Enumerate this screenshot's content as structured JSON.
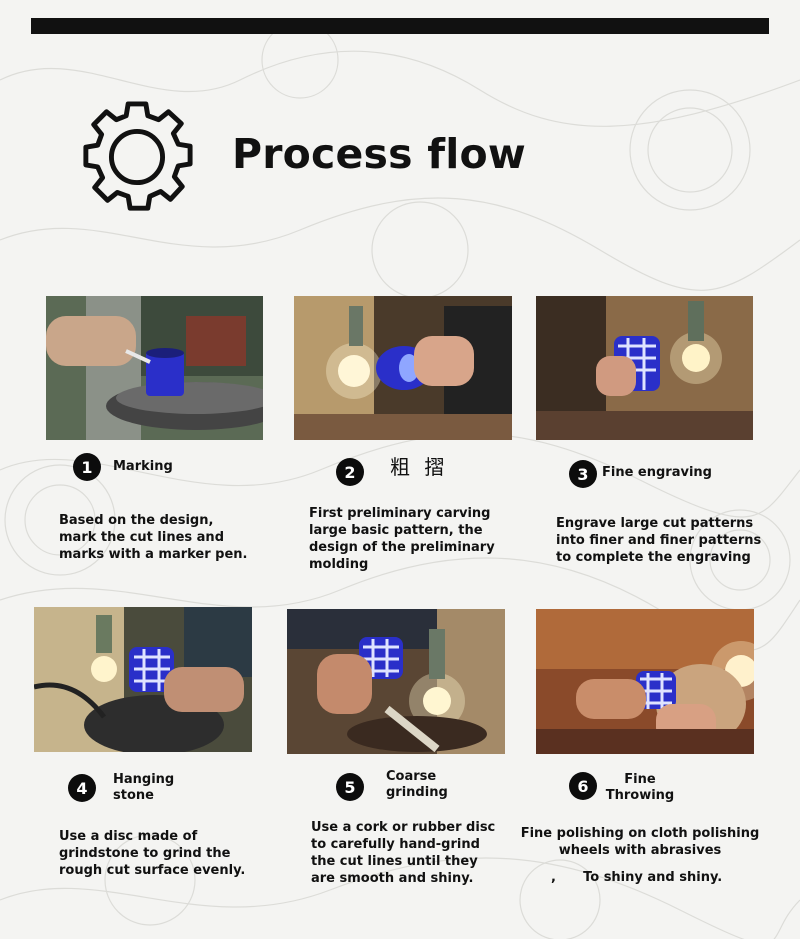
{
  "title": "Process flow",
  "steps": [
    {
      "number": "1",
      "label": "Marking",
      "description": "Based on the design,\nmark the cut lines and\nmarks with a marker pen."
    },
    {
      "number": "2",
      "label": "粗 摺",
      "description": "First preliminary carving\nlarge basic pattern, the\ndesign of the preliminary\nmolding"
    },
    {
      "number": "3",
      "label": "Fine engraving",
      "description": "Engrave large cut patterns\ninto finer and finer patterns\nto complete the engraving"
    },
    {
      "number": "4",
      "label": "Hanging\nstone",
      "description": "Use a disc made of\ngrindstone to grind the\nrough cut surface evenly."
    },
    {
      "number": "5",
      "label": "Coarse\ngrinding",
      "description": "Use a cork or rubber disc\nto carefully hand-grind\nthe cut lines until they\nare smooth and shiny."
    },
    {
      "number": "6",
      "label": "Fine\nThrowing",
      "description": "Fine polishing on cloth polishing\nwheels with abrasives",
      "description_extra": ",      To shiny and shiny."
    }
  ],
  "colors": {
    "background": "#f4f4f2",
    "ink": "#111111",
    "glass_blue": "#2a2fc9"
  },
  "icons": {
    "header": "gear-icon"
  }
}
